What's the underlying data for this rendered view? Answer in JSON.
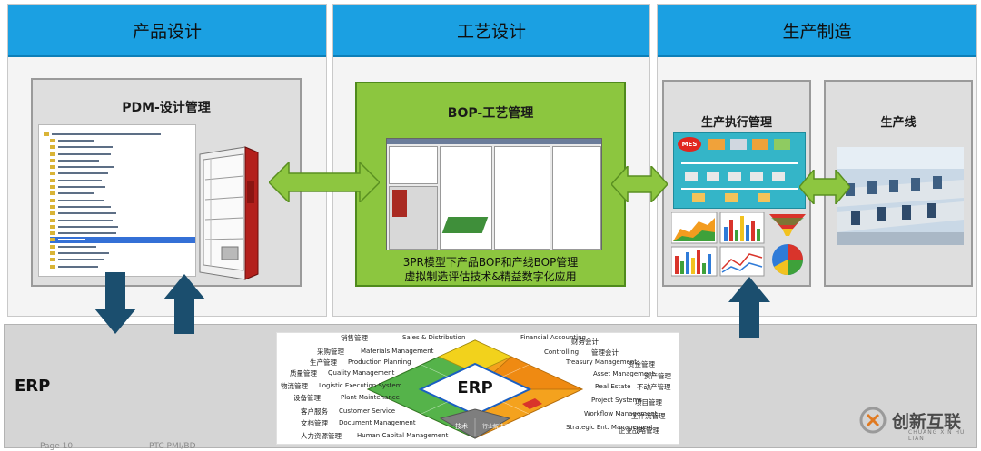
{
  "columns": {
    "design": "产品设计",
    "process": "工艺设计",
    "manufacture": "生产制造"
  },
  "panels": {
    "pdm_title": "PDM-设计管理",
    "bop_title": "BOP-工艺管理",
    "bop_desc_line1": "3PR模型下产品BOP和产线BOP管理",
    "bop_desc_line2": "虚拟制造评估技术&精益数字化应用",
    "mes_title": "生产执行管理",
    "line_title": "生产线",
    "mes_badge": "MES"
  },
  "erp": {
    "label": "ERP",
    "center": "ERP",
    "items": [
      {
        "cn": "销售管理",
        "en": "Sales & Distribution"
      },
      {
        "cn": "财务会计",
        "en": "Financial Accounting"
      },
      {
        "cn": "管理会计",
        "en": "Controlling"
      },
      {
        "cn": "采购管理",
        "en": "Materials Management"
      },
      {
        "cn": "资金管理",
        "en": "Treasury Management"
      },
      {
        "cn": "生产管理",
        "en": "Production Planning"
      },
      {
        "cn": "资产管理",
        "en": "Asset Management"
      },
      {
        "cn": "质量管理",
        "en": "Quality Management"
      },
      {
        "cn": "不动产管理",
        "en": "Real Estate"
      },
      {
        "cn": "物流管理",
        "en": "Logistic Execution System"
      },
      {
        "cn": "项目管理",
        "en": "Project Systems"
      },
      {
        "cn": "设备管理",
        "en": "Plant Maintenance"
      },
      {
        "cn": "工作流管理",
        "en": "Workflow Management"
      },
      {
        "cn": "客户服务",
        "en": "Customer Service"
      },
      {
        "cn": "企业战略管理",
        "en": "Strategic Ent. Management"
      },
      {
        "cn": "文档管理",
        "en": "Document Management"
      },
      {
        "cn": "人力资源管理",
        "en": "Human Capital Management"
      }
    ],
    "bottom_left": "技术",
    "bottom_right": "行业解决方案"
  },
  "footer": {
    "page": "Page 10",
    "brand": "PTC PMI/BD"
  },
  "logo": {
    "cn": "创新互联",
    "en": "CHUANG XIN HU LIAN"
  },
  "colors": {
    "header_blue": "#1ba0e2",
    "bop_green": "#8cc63f",
    "arrow_green": "#8dc640",
    "arrow_navy": "#1b4e6e"
  }
}
